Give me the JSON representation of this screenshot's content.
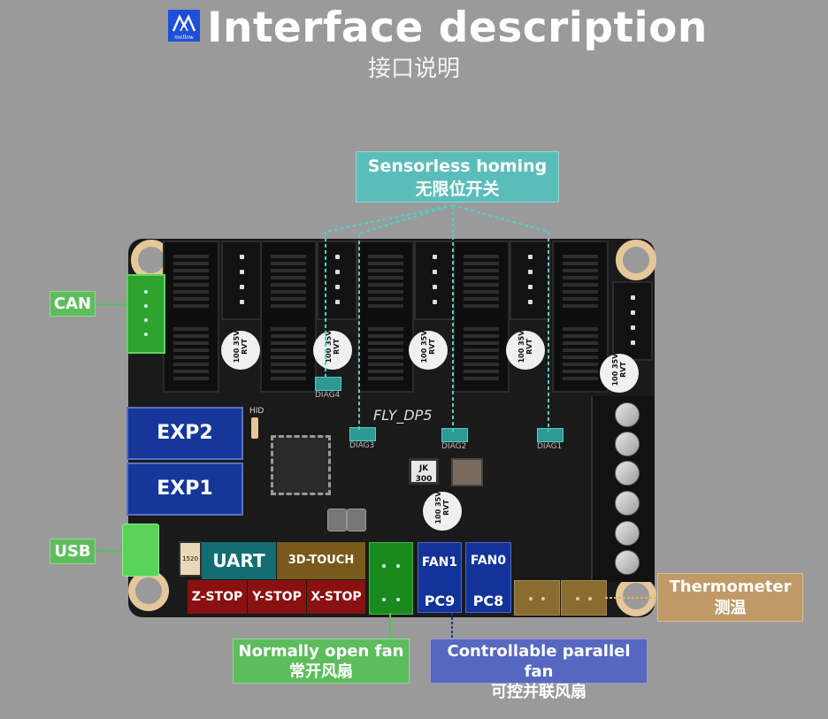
{
  "header": {
    "logo_icon": "mellow-logo-icon",
    "logo_text": "mellow",
    "title": "Interface description",
    "subtitle": "接口说明"
  },
  "board": {
    "name": "FLY_DP5",
    "hid_label": "HID",
    "diag_labels": [
      "DIAG4",
      "DIAG3",
      "DIAG2",
      "DIAG1"
    ],
    "capacitor_text": [
      "100",
      "35V",
      "RVT"
    ],
    "inductor_text": [
      "JK",
      "300"
    ],
    "fuse_text": "1520",
    "connectors": {
      "exp2": "EXP2",
      "exp1": "EXP1",
      "uart": "UART",
      "touch": "3D-TOUCH",
      "zstop": "Z-STOP",
      "ystop": "Y-STOP",
      "xstop": "X-STOP",
      "fan1": "FAN1",
      "fan0": "FAN0",
      "pc9": "PC9",
      "pc8": "PC8"
    }
  },
  "callouts": {
    "sensorless": {
      "en": "Sensorless homing",
      "zh": "无限位开关",
      "color": "#5bbdba"
    },
    "can": {
      "en": "CAN",
      "color": "#5dbd5d"
    },
    "usb": {
      "en": "USB",
      "color": "#5dbd5d"
    },
    "normally_open_fan": {
      "en": "Normally open fan",
      "zh": "常开风扇",
      "color": "#5dbd5d"
    },
    "controllable_fan": {
      "en": "Controllable parallel fan",
      "zh": "可控并联风扇",
      "color": "#5668c0"
    },
    "thermometer": {
      "en": "Thermometer",
      "zh": "测温",
      "color": "#c09a66"
    }
  }
}
